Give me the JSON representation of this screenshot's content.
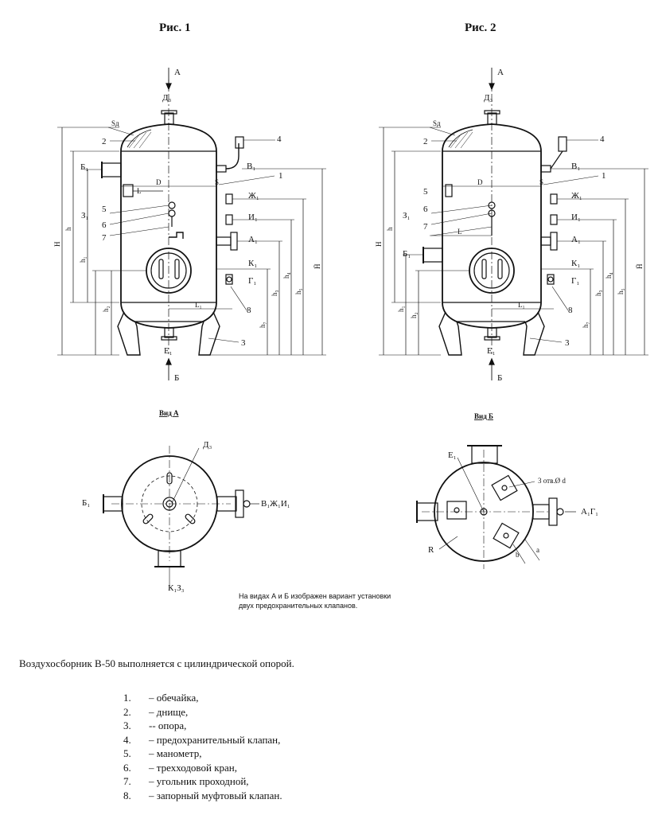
{
  "figures": {
    "fig1_title": "Рис. 1",
    "fig2_title": "Рис. 2"
  },
  "labels": {
    "A": "А",
    "B": "Б",
    "D3": "Д₃",
    "Sd": "Sд",
    "D": "D",
    "S": "S",
    "L": "L",
    "L1": "L₁",
    "B1": "Б₁",
    "V1": "В₁",
    "Zh1": "Ж₁",
    "I1": "И₁",
    "A1": "А₁",
    "K1": "К₁",
    "G1": "Г₁",
    "Z1": "З₁",
    "E1": "Е₁",
    "H": "H",
    "h": "h",
    "h1": "h₁",
    "h2": "h₂",
    "h3": "h₃",
    "h4": "h₄",
    "h5": "h₅",
    "h7": "h₇",
    "hh": "H̄",
    "R": "R",
    "a": "a",
    "b": "b",
    "n1": "1",
    "n2": "2",
    "n3": "3",
    "n4": "4",
    "n5": "5",
    "n6": "6",
    "n7": "7",
    "n8": "8"
  },
  "views": {
    "view_a_title": "Вид А",
    "view_b_title": "Вид Б",
    "view_a_right": "В₁Ж₁И₁",
    "view_a_bottom": "К₁З₃",
    "view_b_holes": "3 отв.Ø d",
    "view_b_right": "А₁Г₁"
  },
  "note": {
    "line1": "На видах А и Б изображен вариант установки",
    "line2": "двух предохранительных клапанов."
  },
  "caption": "Воздухосборник В-50 выполняется с цилиндрической опорой.",
  "legend": [
    {
      "num": "1.",
      "text": "– обечайка,"
    },
    {
      "num": "2.",
      "text": "– днище,"
    },
    {
      "num": "3.",
      "text": "-- опора,"
    },
    {
      "num": "4.",
      "text": "– предохранительный клапан,"
    },
    {
      "num": "5.",
      "text": "– манометр,"
    },
    {
      "num": "6.",
      "text": "– трехходовой кран,"
    },
    {
      "num": "7.",
      "text": "– угольник проходной,"
    },
    {
      "num": "8.",
      "text": "– запорный муфтовый клапан."
    }
  ]
}
